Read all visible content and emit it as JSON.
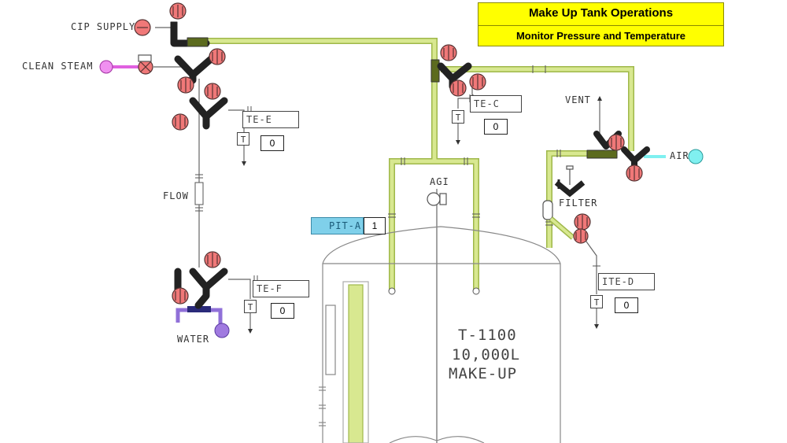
{
  "header": {
    "title": "Make Up Tank Operations",
    "subtitle": "Monitor Pressure and Temperature"
  },
  "labels": {
    "cip_supply": "CIP SUPPLY",
    "clean_steam": "CLEAN STEAM",
    "flow": "FLOW",
    "water": "WATER",
    "vent": "VENT",
    "air": "AIR",
    "filter": "FILTER",
    "agi": "AGI"
  },
  "instruments": {
    "te_e": {
      "tag": "TE-E",
      "value": "0",
      "type": "T"
    },
    "te_c": {
      "tag": "TE-C",
      "value": "0",
      "type": "T"
    },
    "te_f": {
      "tag": "TE-F",
      "value": "0",
      "type": "T"
    },
    "ite_d": {
      "tag": "ITE-D",
      "value": "0",
      "type": "T"
    },
    "pit_a": {
      "tag": "PIT-A",
      "value": "1"
    }
  },
  "tank": {
    "line1": "T-1100",
    "line2": "10,000L",
    "line3": "MAKE-UP"
  },
  "colors": {
    "header_bg": "#ffff00",
    "process_line": "#c8dc78",
    "valve_actuator": "#f07878",
    "steam": "#e060e0",
    "air": "#7ff0f0",
    "water": "#9070d8",
    "pit_bg": "#7fd0ea"
  }
}
